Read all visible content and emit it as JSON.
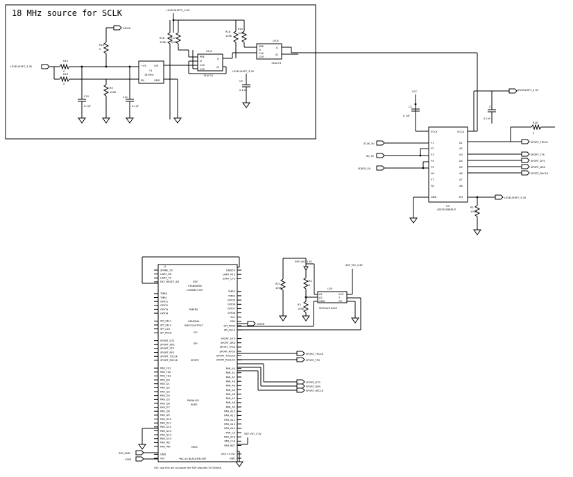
{
  "title": "18 MHz source for SCLK",
  "nets": {
    "levelshift_33v": "LEVELSHIFT_3.3V",
    "levelshift2_33v": "LEVELSHIFT2_3.3V",
    "gpio6": "GPIO6",
    "sclk_5v": "SCLK_5V",
    "se_5v": "SE_5V",
    "sdata_5v": "SDATA_5V",
    "sport_tsclk": "SPORT_TSCLK",
    "sport_tfs": "SPORT_TFS",
    "sport_dt0": "SPORT_DT0",
    "sport_dr0": "SPORT_DR0",
    "sport_rsclk": "SPORT_RSCLK",
    "ssp_vio_33v": "SSP_VIO_3.3V",
    "ssp_vio_33v_b": "SSP_VIO_3.3V",
    "ssp_gnd": "SSP_GND",
    "vssp": "VSSP",
    "gnd": "GND",
    "vcc": "VCC"
  },
  "oscillator": {
    "ref": "Y1",
    "freq": "18 MHz",
    "pin_vs": "+VS",
    "pin_out": "O/P",
    "pin_en": "EN",
    "pin_gnd": "GND"
  },
  "flipflop_a": {
    "ref": "U5-A",
    "part": "74AC74",
    "pins": [
      "PRE",
      "D",
      "CLK",
      "CLR",
      "Q",
      "/Q"
    ]
  },
  "flipflop_b": {
    "ref": "U5-B",
    "part": "74AC74",
    "pins": [
      "PRE",
      "D",
      "CLK",
      "CLR",
      "Q",
      "/Q"
    ]
  },
  "translator": {
    "ref": "U3",
    "part": "ADG3308BRUZ",
    "left_pins": [
      "VCCY",
      "Y1",
      "Y2",
      "Y3",
      "Y4",
      "Y5",
      "Y6",
      "Y7",
      "Y8",
      "GND"
    ],
    "right_pins": [
      "VCCA",
      "A1",
      "A2",
      "A3",
      "A4",
      "A5",
      "A6",
      "A7",
      "A8",
      "EN"
    ]
  },
  "passives": {
    "r12": "R12",
    "r12v": "0",
    "r13": "R13",
    "r13v": "0",
    "r14": "R14",
    "r14v": "0",
    "r5": "R5",
    "r5v": "100K",
    "r15": "R15",
    "r15v": "0",
    "r16": "R16",
    "r16v": "100K",
    "r17": "R17",
    "r17v": "100K",
    "r18": "R18",
    "r18v": "100K",
    "r19": "R19",
    "r19v": "100K",
    "r20": "R20",
    "r20v": "0",
    "r1": "R1",
    "r1v": "100K",
    "r21": "R21",
    "r21v": "100K",
    "r2": "R2",
    "r2v": "0",
    "r3": "R3",
    "r3v": "100K",
    "c10": "C10",
    "c10v": "0.1uF",
    "c11": "C11",
    "c11v": "0.1uF",
    "c5": "C5",
    "c5v": "0.1uF",
    "c2": "C2",
    "c2v": "0.1uF",
    "c1": "C1",
    "c1v": "0.1uF"
  },
  "connector": {
    "ref": "J1",
    "labels": {
      "ssp": "SSP",
      "standard": "STANDARD",
      "conn": "CONNECTOR",
      "timers": "TIMERS",
      "general": "GENERAL",
      "io": "INPUT/OUTPUT",
      "i2c": "I2C",
      "spi": "SPI",
      "sport": "SPORT",
      "parallel": "PARALLEL",
      "port": "PORT",
      "misc": "MISC",
      "footer": "*NC on BLACKFIN SSP"
    },
    "left_pins": [
      "SPARE_5V",
      "UART_RX",
      "UART_TX",
      "EXT_RESET_AD",
      "",
      "",
      "TMR0",
      "TMR1",
      "GPIO1",
      "GPIO2",
      "GPIO3",
      "GPIO4",
      "",
      "SPI_SEL1",
      "SPI_SEL2",
      "SPI_CLK",
      "SPI_MISO",
      "",
      "SPORT_DT1",
      "SPORT_DR1",
      "SPORT_TFS",
      "SPORT_RFS",
      "SPORT_TSCLK",
      "SPORT_RSCLK",
      "",
      "PAR_FS1",
      "PAR_FS2",
      "PAR_FS3",
      "PAR_D0",
      "PAR_D1",
      "PAR_D2",
      "PAR_D3",
      "PAR_D4",
      "PAR_D5",
      "PAR_D6",
      "PAR_D7",
      "PAR_D8",
      "PAR_D9",
      "PAR_D10",
      "PAR_D11",
      "PAR_D12",
      "PAR_D13",
      "PAR_D14",
      "PAR_D15",
      "PAR_RD",
      "PAR_WR",
      "",
      "GND",
      "VIO"
    ],
    "right_pins": [
      "GND5V",
      "UART_RTS",
      "UART_CTS",
      "",
      "",
      "TMR2",
      "TMR3",
      "GPIO5",
      "GPIO6",
      "GPIO7",
      "GPIO8",
      "SCL",
      "SDA",
      "SPI_MOSI",
      "SPI_SEL3",
      "",
      "SPORT_DT0",
      "SPORT_DR0",
      "SPORT_TFS0",
      "SPORT_RFS0",
      "SPORT_TSCLK0",
      "SPORT_RSCLK0",
      "",
      "PAR_A0",
      "PAR_A1",
      "PAR_A2",
      "PAR_A3",
      "PAR_A4",
      "PAR_A5",
      "PAR_A6",
      "PAR_A7",
      "PAR_A8",
      "PAR_A9",
      "PAR_A10",
      "PAR_A11",
      "PAR_A12",
      "PAR_A13",
      "PAR_A14",
      "PAR_CS",
      "PAR_ACK",
      "PAR_CLK",
      "PAR_RST",
      "",
      "VIO(+3.3V)",
      "GND"
    ]
  },
  "regulator": {
    "ref": "U20",
    "part": "SN74LVC1G04",
    "pins": [
      "A1",
      "A2",
      "GND",
      "VCC",
      "Y",
      "OE"
    ]
  },
  "footnote": "VIO; use this pin to power the SSP requires 3V 500mA"
}
